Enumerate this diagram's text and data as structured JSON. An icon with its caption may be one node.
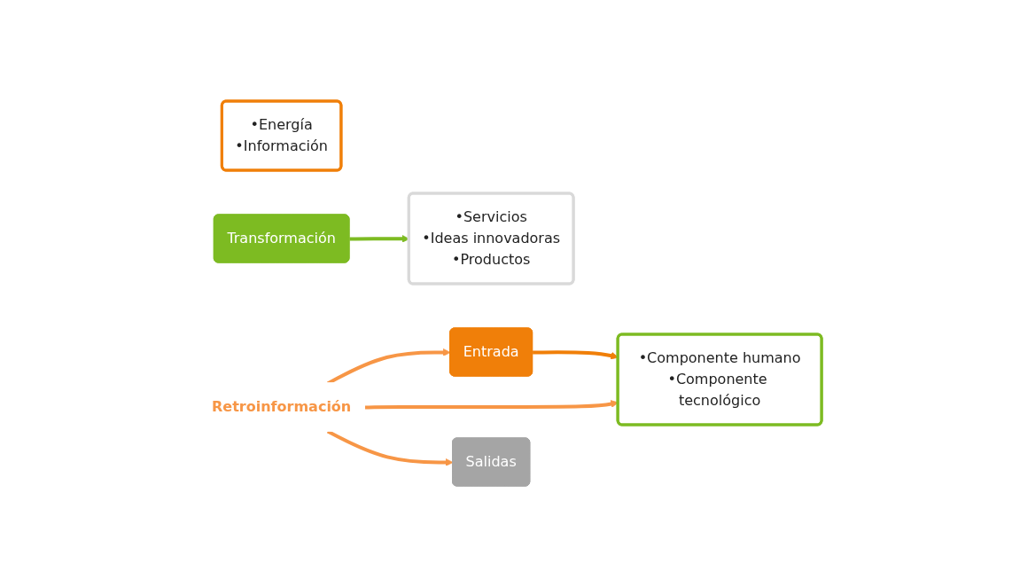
{
  "diagram": {
    "nodes": [
      {
        "text": [
          "•Energía",
          "•Información"
        ]
      },
      {
        "text": [
          "Entrada"
        ]
      },
      {
        "text": [
          "•Componente humano",
          "•Componente tecnológico"
        ]
      },
      {
        "text": [
          "Transformación"
        ]
      },
      {
        "text": [
          "•Servicios",
          "•Ideas innovadoras",
          "•Productos"
        ]
      },
      {
        "text": [
          "Salidas"
        ]
      },
      {
        "text": [
          "Retroinformación"
        ]
      }
    ],
    "edges": [
      {
        "from": 1,
        "to": 2,
        "arrow": "to",
        "color": "#f07f09"
      },
      {
        "from": 3,
        "to": 4,
        "arrow": "to",
        "color": "#7dbb22"
      },
      {
        "from": 6,
        "to": 1,
        "arrow": "to",
        "color": "#f79646"
      },
      {
        "from": 6,
        "to": 2,
        "arrow": "to",
        "color": "#f79646"
      },
      {
        "from": 6,
        "to": 5,
        "arrow": "to",
        "color": "#f79646"
      }
    ]
  }
}
